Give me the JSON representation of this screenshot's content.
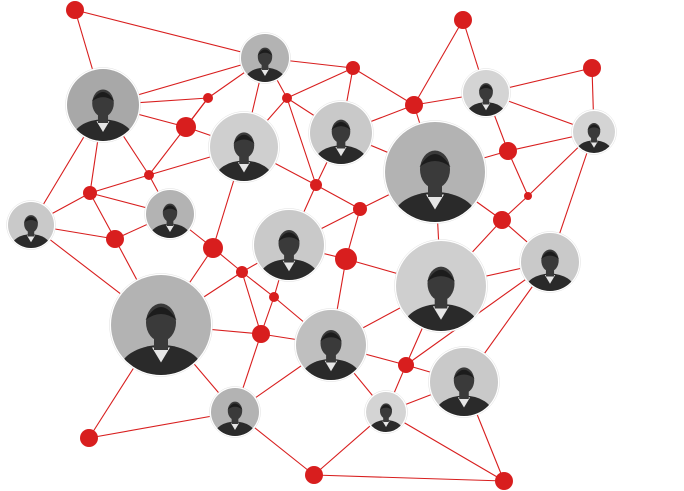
{
  "diagram": {
    "accent_color": "#d81e1e",
    "style": "network graph of grayscale portrait avatars connected by red edges",
    "node_kinds": [
      "avatar",
      "dot"
    ]
  }
}
